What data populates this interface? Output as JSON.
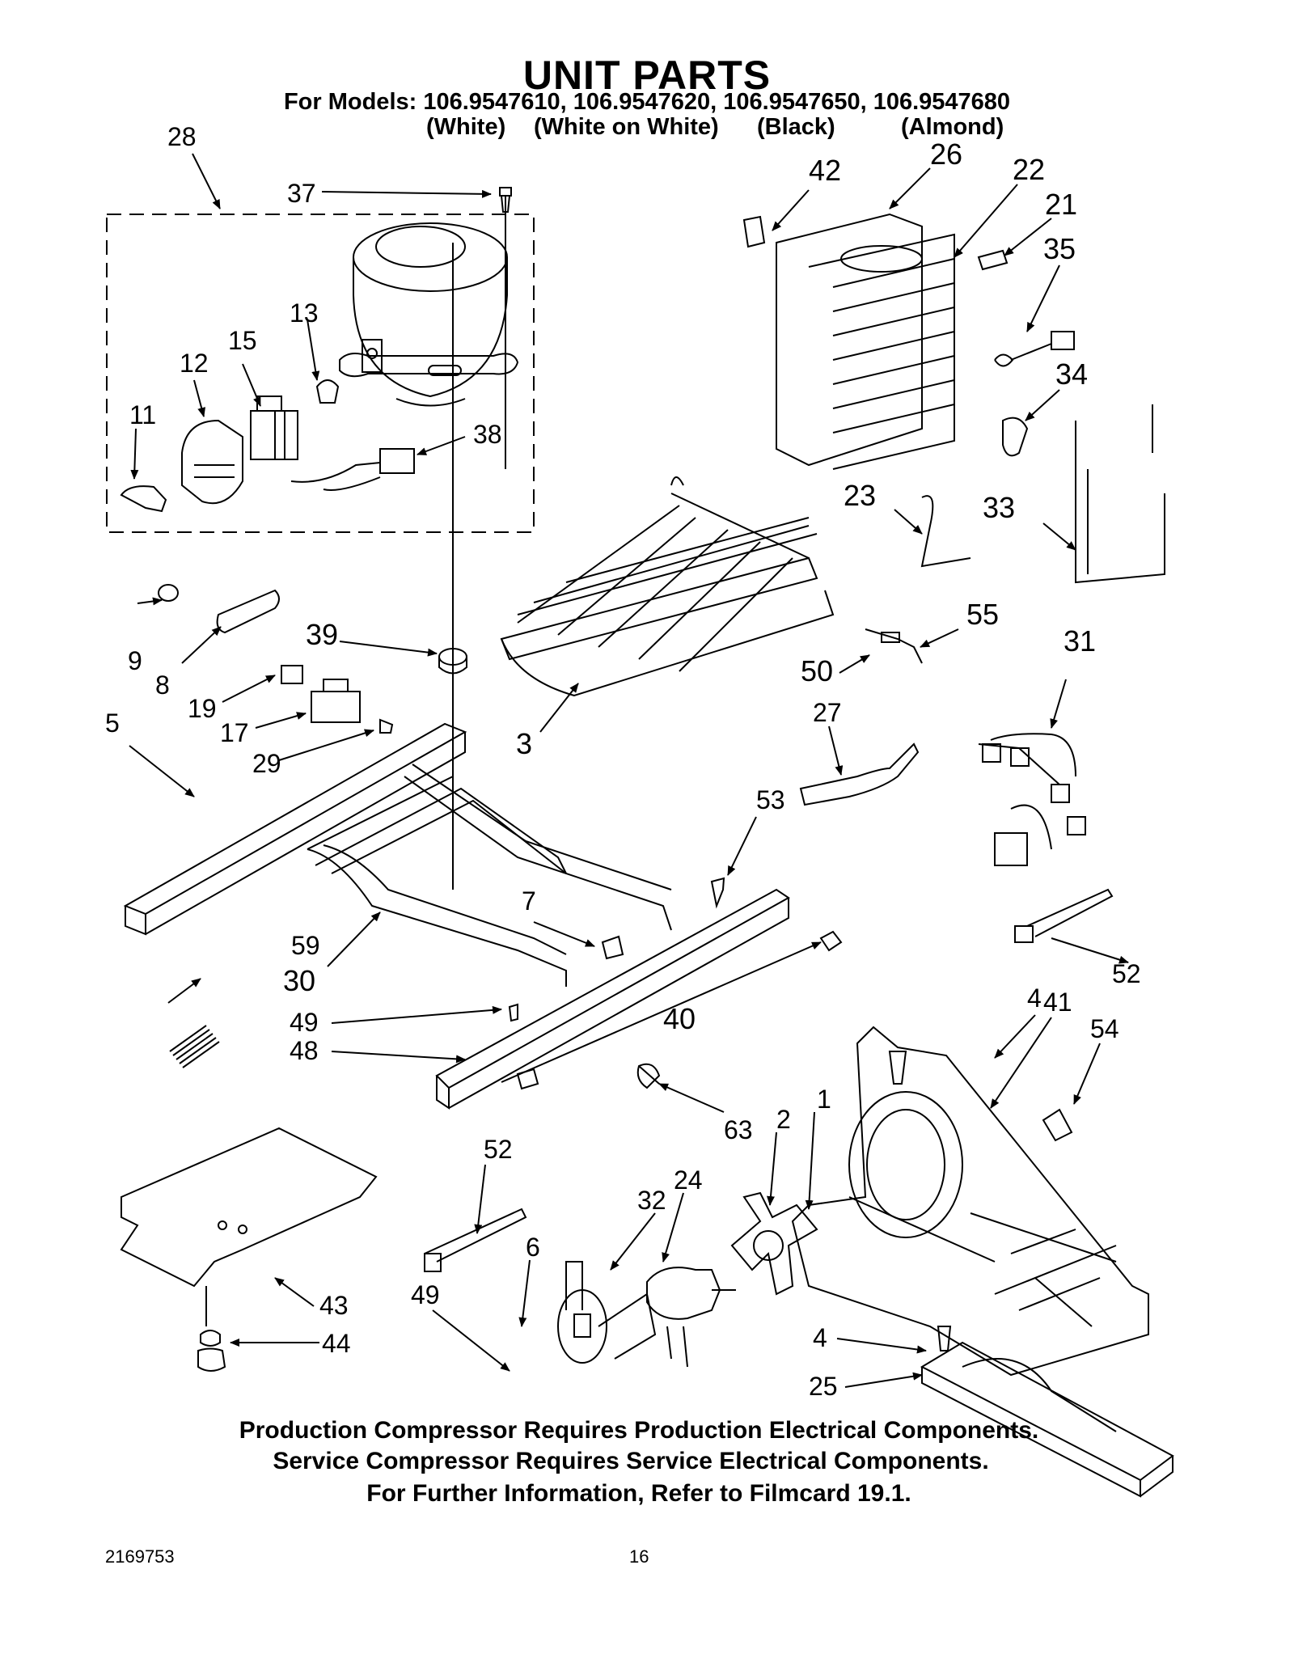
{
  "header": {
    "title": "UNIT PARTS",
    "models": "For Models: 106.9547610, 106.9547620, 106.9547650, 106.9547680",
    "colors": [
      "(White)",
      "(White on White)",
      "(Black)",
      "(Almond)"
    ]
  },
  "callouts": {
    "c1": "1",
    "c2": "2",
    "c3": "3",
    "c4a": "4",
    "c4b": "4",
    "c5": "5",
    "c6": "6",
    "c7": "7",
    "c8": "8",
    "c9": "9",
    "c11": "11",
    "c12": "12",
    "c13": "13",
    "c15": "15",
    "c17": "17",
    "c19": "19",
    "c21": "21",
    "c22": "22",
    "c23": "23",
    "c24": "24",
    "c25": "25",
    "c26": "26",
    "c27": "27",
    "c28": "28",
    "c29": "29",
    "c30": "30",
    "c31": "31",
    "c32": "32",
    "c33": "33",
    "c34": "34",
    "c35": "35",
    "c37": "37",
    "c38": "38",
    "c39": "39",
    "c40": "40",
    "c41": "41",
    "c42": "42",
    "c43": "43",
    "c44": "44",
    "c48": "48",
    "c49a": "49",
    "c49b": "49",
    "c50": "50",
    "c52a": "52",
    "c52b": "52",
    "c53": "53",
    "c54": "54",
    "c55": "55",
    "c59": "59",
    "c63": "63"
  },
  "notes": [
    "Production Compressor Requires Production Electrical Components.",
    "Service Compressor Requires Service Electrical Components.",
    "For Further Information, Refer to Filmcard 19.1."
  ],
  "footer": {
    "doc_number": "2169753",
    "page_number": "16"
  }
}
